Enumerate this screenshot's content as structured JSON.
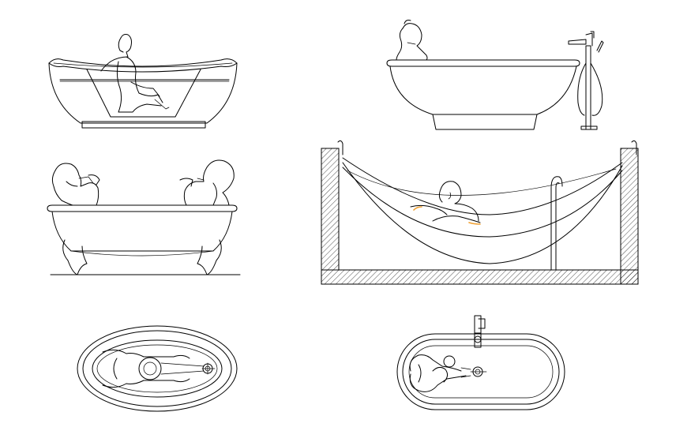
{
  "drawing": {
    "views": [
      {
        "id": "double-slipper-side"
      },
      {
        "id": "pedestal-side"
      },
      {
        "id": "clawfoot-side"
      },
      {
        "id": "hammock-section"
      },
      {
        "id": "oval-plan"
      },
      {
        "id": "capsule-plan"
      }
    ],
    "colors": {
      "line": "#000000",
      "background": "#ffffff",
      "accent": "#f0a030"
    }
  }
}
